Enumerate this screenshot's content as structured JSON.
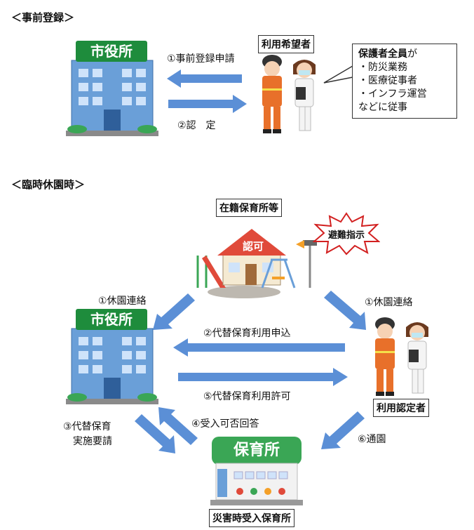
{
  "section1": {
    "heading": "＜事前登録＞",
    "city_hall_sign": "市役所",
    "arrow1_label": "①事前登録申請",
    "arrow2_label": "②認　定",
    "applicant_label": "利用希望者",
    "callout": {
      "line1_bold": "保護者全員",
      "line1_rest": "が",
      "line2": "・防災業務",
      "line3": "・医療従事者",
      "line4": "・インフラ運営",
      "line5": "などに従事"
    }
  },
  "section2": {
    "heading": "＜臨時休園時＞",
    "enrolled_label": "在籍保育所等",
    "nursery_sign": "認可",
    "alert_text": "避難指示",
    "city_hall_sign": "市役所",
    "closure_left": "①休園連絡",
    "closure_right": "①休園連絡",
    "arrow2_label": "②代替保育利用申込",
    "arrow5_label": "⑤代替保育利用許可",
    "arrow3_line1": "③代替保育",
    "arrow3_line2": "実施要請",
    "arrow4_label": "④受入可否回答",
    "arrow6_label": "⑥通園",
    "certified_label": "利用認定者",
    "receiving_sign": "保育所",
    "receiving_label": "災害時受入保育所"
  },
  "colors": {
    "arrow": "#5b8fd6",
    "city_hall_sign": "#1e8c3c",
    "building": "#6a9fd8",
    "nursery_roof": "#e04a3a",
    "daycare_green": "#3aa655",
    "firefighter": "#e8702a",
    "alert": "#d22020"
  }
}
